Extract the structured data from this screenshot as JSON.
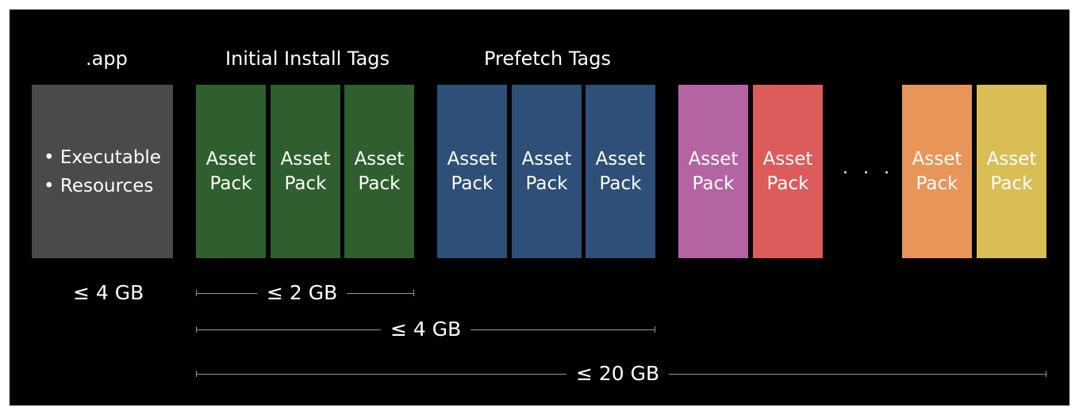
{
  "headers": {
    "app": ".app",
    "initial_install": "Initial Install Tags",
    "prefetch": "Prefetch Tags"
  },
  "app_box": {
    "items": [
      "• Executable",
      "• Resources"
    ],
    "color": "#4a4a4a"
  },
  "asset_pack_label": {
    "line1": "Asset",
    "line2": "Pack"
  },
  "colors": {
    "initial_install": "#2f5f2f",
    "prefetch": "#2d4f78",
    "magenta": "#b463a3",
    "red": "#dc5b5b",
    "orange": "#e8955a",
    "yellow": "#d9bd55"
  },
  "ellipsis": ". . .",
  "size_limits": {
    "app": "≤ 4 GB",
    "initial_install": "≤ 2 GB",
    "initial_plus_prefetch": "≤ 4 GB",
    "total": "≤ 20 GB"
  }
}
